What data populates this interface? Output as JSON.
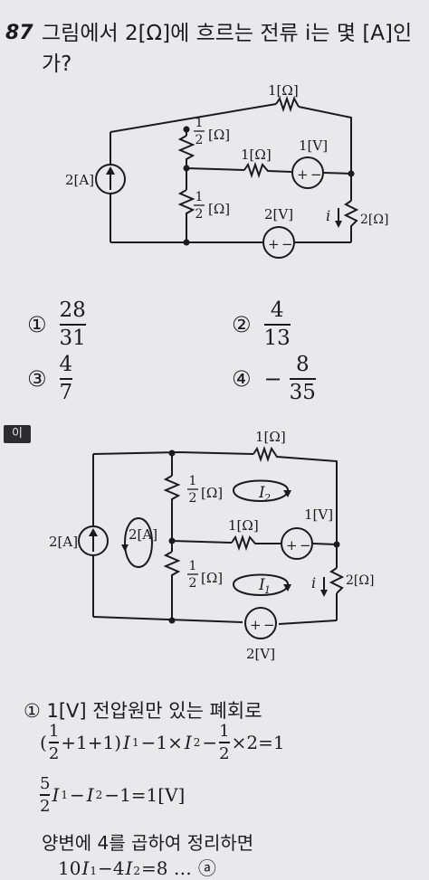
{
  "question": {
    "number": "87",
    "text": "그림에서 2[Ω]에 흐르는 전류 i는 몇 [A]인가?"
  },
  "circuit1": {
    "r_top": "1[Ω]",
    "r_left_upper": "[Ω]",
    "r_middle": "1[Ω]",
    "v_source_1": "1[V]",
    "source_current": "2[A]",
    "r_left_lower": "[Ω]",
    "v_source_2": "2[V]",
    "current_label": "i",
    "r_right": "2[Ω]",
    "half_num": "1",
    "half_den": "2",
    "plus": "+",
    "minus": "−"
  },
  "choices": [
    {
      "mark": "①",
      "sign": "",
      "num": "28",
      "den": "31"
    },
    {
      "mark": "②",
      "sign": "",
      "num": "4",
      "den": "13"
    },
    {
      "mark": "③",
      "sign": "",
      "num": "4",
      "den": "7"
    },
    {
      "mark": "④",
      "sign": "−",
      "num": "8",
      "den": "35"
    }
  ],
  "solution": {
    "tag": "이",
    "loop_current_I1": "I",
    "loop_current_I2": "I",
    "sub_1": "1",
    "sub_2": "2",
    "loop_label_2A": "2[A]",
    "v_source_2_label": "2[V]",
    "step1_title": "① 1[V] 전압원만 있는 폐회로",
    "eq1_open": "(",
    "eq1_mid": "+1+1)",
    "eq1_rest": "−1×",
    "eq1_end": "×2=1",
    "eq2_tail": "−1=1[V]",
    "eq2_num": "5",
    "eq2_den": "2",
    "line3": "양변에 4를 곱하여 정리하면",
    "eq3_a": "10",
    "eq3_b": "−4",
    "eq3_c": "=8 …",
    "eq3_label": "ⓐ"
  }
}
